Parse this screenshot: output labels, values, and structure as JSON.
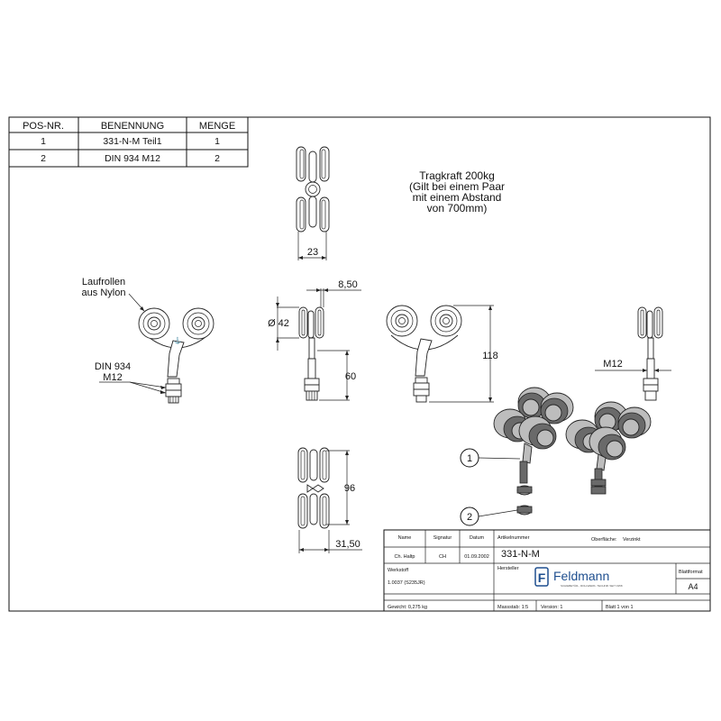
{
  "bom": {
    "headers": [
      "POS-NR.",
      "BENENNUNG",
      "MENGE"
    ],
    "rows": [
      [
        "1",
        "331-N-M Teil1",
        "1"
      ],
      [
        "2",
        "DIN 934 M12",
        "2"
      ]
    ]
  },
  "note": {
    "lines": [
      "Tragkraft 200kg",
      "(Gilt bei einem Paar",
      "mit einem Abstand",
      "von 700mm)"
    ]
  },
  "callouts": {
    "rollers": [
      "Laufrollen",
      "aus Nylon"
    ],
    "nut": [
      "DIN 934",
      "M12"
    ]
  },
  "dimensions": {
    "width_top": "23",
    "offset": "8,50",
    "diameter": "Ø 42",
    "shaft": "60",
    "height": "118",
    "thread": "M12",
    "spacing": "96",
    "depth": "31,50"
  },
  "balloons": [
    "1",
    "2"
  ],
  "title_block": {
    "labels": {
      "name": "Name",
      "signature": "Signatur",
      "date": "Datum",
      "article": "Artikelnummer",
      "surface": "Oberfläche:",
      "material_label": "Werkstoff",
      "manufacturer": "Hersteller",
      "sheet_format": "Blattformat",
      "weight": "Gewicht: 0,275 kg",
      "scale": "Massstab: 1:5",
      "version": "Version: 1",
      "sheet": "Blatt 1 von 1"
    },
    "values": {
      "name": "Ch. Haltp",
      "signature": "CH",
      "date": "01.09.2002",
      "article": "331-N-M",
      "surface": "Verzinkt",
      "material": "1.0037 (S235JR)",
      "sheet_format": "A4"
    },
    "logo": {
      "name": "Feldmann",
      "tagline": "SCHIEBETÜR-, ROLLWERK- TECHNIK SEIT 1958"
    }
  }
}
